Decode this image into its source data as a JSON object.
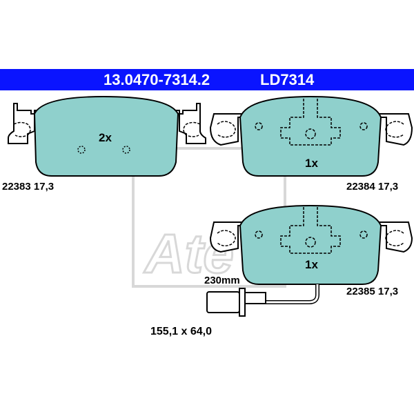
{
  "header": {
    "part_number": "13.0470-7314.2",
    "ld_number": "LD7314"
  },
  "pads": [
    {
      "part": "22383",
      "thickness": "17,3",
      "quantity": "2x"
    },
    {
      "part": "22384",
      "thickness": "17,3",
      "quantity": "1x"
    },
    {
      "part": "22385",
      "thickness": "17,3",
      "quantity": "1x"
    }
  ],
  "sensor": {
    "length": "230mm"
  },
  "dimensions": "155,1 x 64,0",
  "colors": {
    "header_bg": "#0a14ff",
    "header_text": "#ffffff",
    "pad_fill": "#8fd0cc",
    "outline": "#000000",
    "watermark": "#d8d8d8"
  },
  "watermark": "Ate"
}
